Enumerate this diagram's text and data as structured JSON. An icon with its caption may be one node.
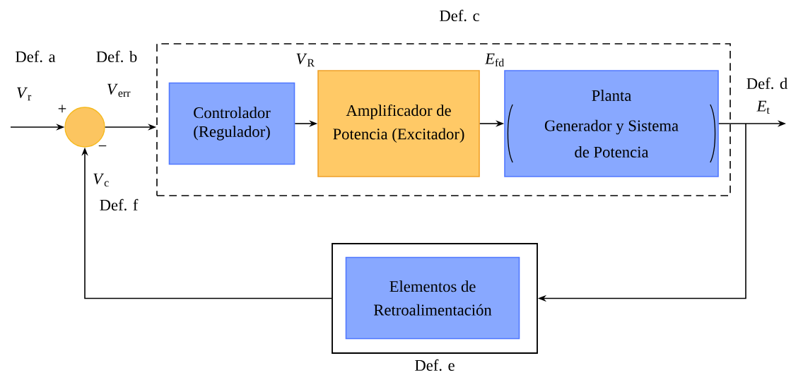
{
  "diagram": {
    "nodes": [
      {
        "text": [],
        "shape": "circle"
      },
      {
        "text": [
          "Def. c"
        ]
      },
      {
        "text": [
          "Controlador (Regulador)"
        ],
        "in": 1
      },
      {
        "text": [
          "Amplificador de Potencia (Excitador)"
        ],
        "in": 1
      },
      {
        "text": [
          "Planta",
          "Generador y Sistema de Potencia"
        ],
        "in": 1
      },
      {
        "text": [
          "Def. e"
        ]
      },
      {
        "text": [
          "Elementos de Retroalimentación"
        ],
        "in": 5
      }
    ],
    "edges": [
      {
        "from": null,
        "to": 0,
        "arrow": "to",
        "label": "*V*$_{r}$"
      },
      {
        "from": 0,
        "to": 1,
        "arrow": "to",
        "label": "*V*$_{err}$"
      },
      {
        "from": 2,
        "to": 3,
        "arrow": "to",
        "label": "*V*$_{R}$"
      },
      {
        "from": 3,
        "to": 4,
        "arrow": "to",
        "label": "*E*$_{fd}$"
      },
      {
        "from": 4,
        "to": null,
        "arrow": "to",
        "label": "*E*$_{t}$"
      },
      {
        "from": 4,
        "to": 5,
        "arrow": "to"
      },
      {
        "from": 5,
        "to": 0,
        "arrow": "to",
        "label": "*V*$_{c}$"
      }
    ],
    "labels": [
      "Def. a",
      "Def. b",
      "Def. d",
      "Def. f",
      "+",
      "−"
    ]
  }
}
